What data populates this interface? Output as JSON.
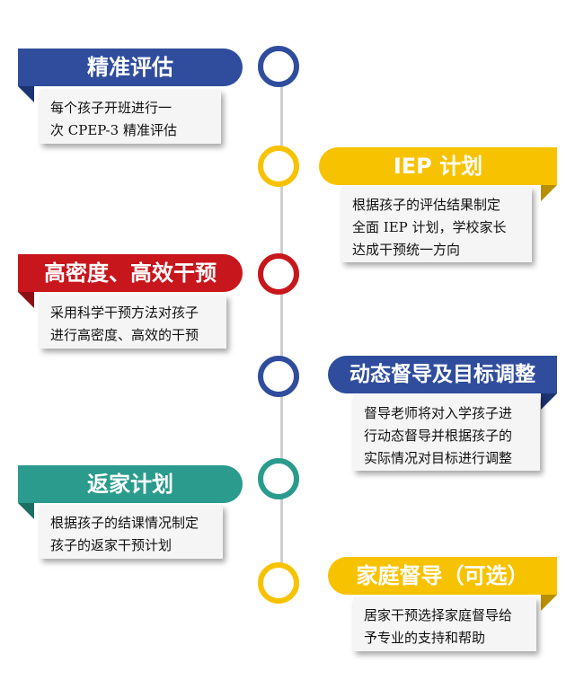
{
  "colors": {
    "blue": "#2f4d9c",
    "yellow": "#f7c200",
    "red": "#c8161d",
    "teal": "#2a9b8c",
    "blue_flap": "#1d3270",
    "yellow_flap": "#b98f00",
    "red_flap": "#8d0f14",
    "teal_flap": "#1c6e63",
    "line": "#cfcfcf"
  },
  "steps": [
    {
      "title": "精准评估",
      "lines": [
        "每个孩子开班进行一",
        "次 CPEP-3 精准评估"
      ]
    },
    {
      "title": "IEP 计划",
      "lines": [
        "根据孩子的评估结果制定",
        "全面 IEP 计划，学校家长",
        "达成干预统一方向"
      ]
    },
    {
      "title": "高密度、高效干预",
      "lines": [
        "采用科学干预方法对孩子",
        "进行高密度、高效的干预"
      ]
    },
    {
      "title": "动态督导及目标调整",
      "lines": [
        "督导老师将对入学孩子进",
        "行动态督导并根据孩子的",
        "实际情况对目标进行调整"
      ]
    },
    {
      "title": "返家计划",
      "lines": [
        "根据孩子的结课情况制定",
        "孩子的返家干预计划"
      ]
    },
    {
      "title": "家庭督导（可选）",
      "lines": [
        "居家干预选择家庭督导给",
        "予专业的支持和帮助"
      ]
    }
  ]
}
